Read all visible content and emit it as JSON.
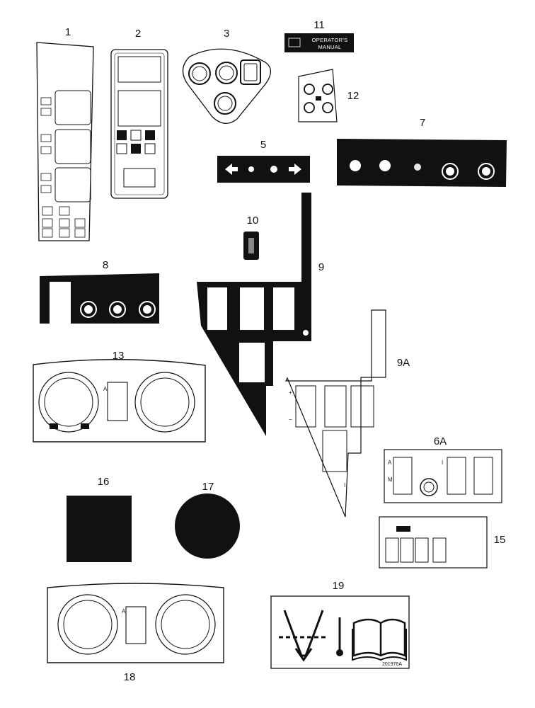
{
  "callouts": [
    {
      "id": "1",
      "label": "1"
    },
    {
      "id": "2",
      "label": "2"
    },
    {
      "id": "3",
      "label": "3"
    },
    {
      "id": "11",
      "label": "11"
    },
    {
      "id": "12",
      "label": "12"
    },
    {
      "id": "5",
      "label": "5"
    },
    {
      "id": "7",
      "label": "7"
    },
    {
      "id": "10",
      "label": "10"
    },
    {
      "id": "8",
      "label": "8"
    },
    {
      "id": "9",
      "label": "9"
    },
    {
      "id": "13",
      "label": "13"
    },
    {
      "id": "9A",
      "label": "9A"
    },
    {
      "id": "6A",
      "label": "6A"
    },
    {
      "id": "16",
      "label": "16"
    },
    {
      "id": "17",
      "label": "17"
    },
    {
      "id": "15",
      "label": "15"
    },
    {
      "id": "19",
      "label": "19"
    },
    {
      "id": "18",
      "label": "18"
    }
  ],
  "manual_plate": {
    "line1": "OPERATOR'S",
    "line2": "MANUAL"
  },
  "panel_6a": {
    "left_top": "A",
    "left_mid": "M",
    "right_top": "I"
  },
  "panel_9a": {
    "plus": "+",
    "minus": "−",
    "mark_i": "I"
  },
  "panel_13": {
    "label_a": "A"
  },
  "panel_18": {
    "label_a": "A"
  },
  "part_number_19": "201976A"
}
